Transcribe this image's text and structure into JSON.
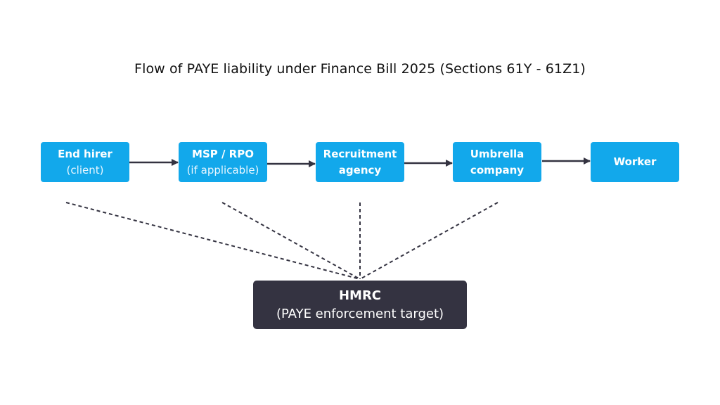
{
  "title": "Flow of PAYE liability under Finance Bill 2025 (Sections 61Y - 61Z1)",
  "colors": {
    "node_fill": "#12A8EB",
    "target_fill": "#343341",
    "arrow": "#343341",
    "dashed": "#343341"
  },
  "chain": [
    {
      "label": "End hirer",
      "sublabel": "(client)"
    },
    {
      "label": "MSP / RPO",
      "sublabel": "(if applicable)"
    },
    {
      "label": "Recruitment",
      "sublabel": "agency"
    },
    {
      "label": "Umbrella",
      "sublabel": "company"
    },
    {
      "label": "Worker",
      "sublabel": ""
    }
  ],
  "target": {
    "label": "HMRC",
    "sublabel": "(PAYE enforcement target)"
  },
  "edges": [
    {
      "from": 0,
      "to": 1,
      "style": "solid-arrow"
    },
    {
      "from": 1,
      "to": 2,
      "style": "solid-arrow"
    },
    {
      "from": 2,
      "to": 3,
      "style": "solid-arrow"
    },
    {
      "from": 3,
      "to": 4,
      "style": "solid-arrow"
    },
    {
      "from": 0,
      "to": "target",
      "style": "dashed"
    },
    {
      "from": 1,
      "to": "target",
      "style": "dashed"
    },
    {
      "from": 2,
      "to": "target",
      "style": "dashed"
    },
    {
      "from": 3,
      "to": "target",
      "style": "dashed"
    }
  ]
}
